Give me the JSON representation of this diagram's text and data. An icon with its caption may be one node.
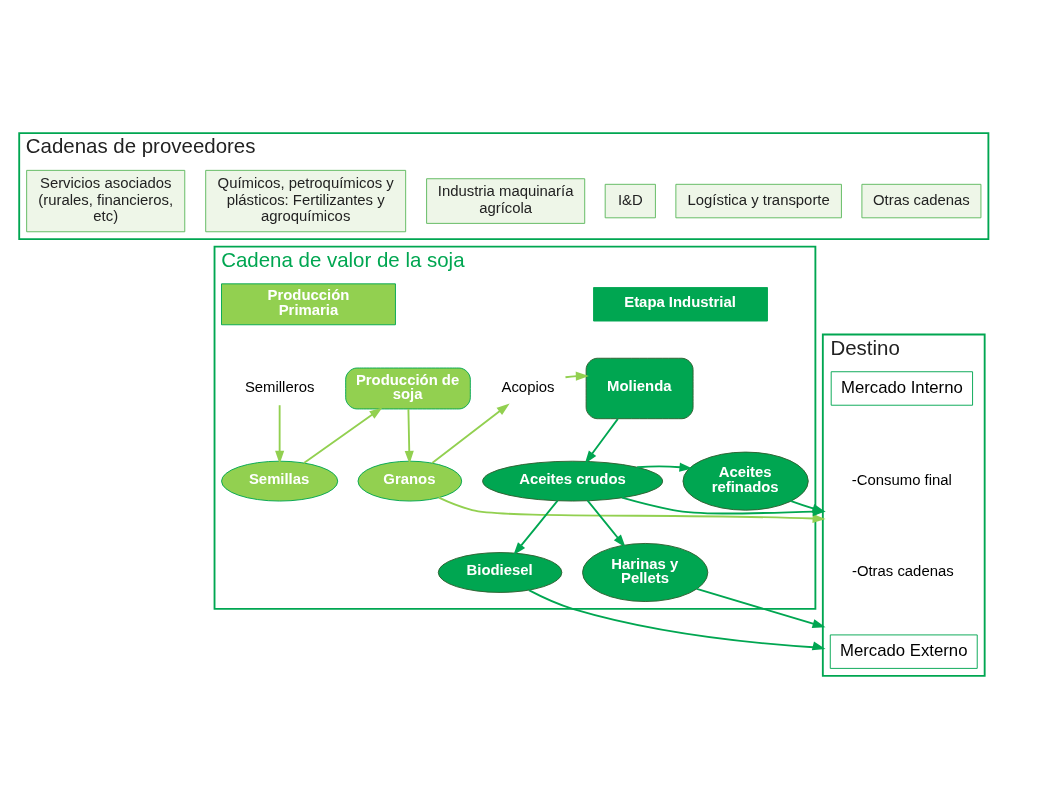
{
  "diagram": {
    "nodes": [
      {
        "text": [
          "Cadenas de proveedores"
        ]
      },
      {
        "text": [
          "Servicios asociados (rurales, financieros, etc)"
        ],
        "in": 0
      },
      {
        "text": [
          "Químicos, petroquímicos y plásticos: Fertilizantes y agroquímicos"
        ],
        "in": 0
      },
      {
        "text": [
          "Industria maquinaría agrícola"
        ],
        "in": 0
      },
      {
        "text": [
          "I&D"
        ],
        "in": 0
      },
      {
        "text": [
          "Logística y transporte"
        ],
        "in": 0
      },
      {
        "text": [
          "Otras cadenas"
        ],
        "in": 0
      },
      {
        "text": [
          "Cadena de valor de la soja"
        ]
      },
      {
        "text": [
          "Producción Primaria"
        ],
        "in": 7
      },
      {
        "text": [
          "Etapa Industrial"
        ],
        "in": 7
      },
      {
        "text": [
          "Semilleros"
        ],
        "in": 7
      },
      {
        "text": [
          "Producción de soja"
        ],
        "in": 7
      },
      {
        "text": [
          "Acopios"
        ],
        "in": 7
      },
      {
        "text": [
          "Molienda"
        ],
        "in": 7
      },
      {
        "text": [
          "Semillas"
        ],
        "in": 7
      },
      {
        "text": [
          "Granos"
        ],
        "in": 7
      },
      {
        "text": [
          "Aceites refinados"
        ],
        "in": 7
      },
      {
        "text": [
          "Aceites crudos"
        ],
        "in": 7
      },
      {
        "text": [
          "Biodiesel"
        ],
        "in": 7
      },
      {
        "text": [
          "Harinas y Pellets"
        ],
        "in": 7
      },
      {
        "text": [
          "Destino"
        ]
      },
      {
        "text": [
          "Mercado Interno"
        ],
        "in": 20
      },
      {
        "text": [
          "Mercado Externo"
        ],
        "in": 20
      }
    ],
    "edges": [
      {
        "from": 10,
        "to": 14,
        "arrow": "to",
        "color": "#92d050"
      },
      {
        "from": 14,
        "to": 11,
        "arrow": "to",
        "color": "#92d050"
      },
      {
        "from": 11,
        "to": 15,
        "arrow": "to",
        "color": "#92d050"
      },
      {
        "from": 15,
        "to": 12,
        "arrow": "to",
        "color": "#92d050"
      },
      {
        "from": 12,
        "to": 13,
        "arrow": "to",
        "color": "#92d050"
      },
      {
        "from": 13,
        "to": 17,
        "arrow": "to"
      },
      {
        "from": 17,
        "to": 16,
        "arrow": "to"
      },
      {
        "from": 17,
        "to": 18,
        "arrow": "to"
      },
      {
        "from": 17,
        "to": 19,
        "arrow": "to"
      },
      {
        "from": 16,
        "to": 20,
        "arrow": "to"
      },
      {
        "from": 17,
        "to": 20,
        "arrow": "to"
      },
      {
        "from": 18,
        "to": 20,
        "arrow": "to"
      },
      {
        "from": 19,
        "to": 20,
        "arrow": "to"
      },
      {
        "from": 15,
        "to": 20,
        "arrow": "to",
        "color": "#92d050"
      }
    ],
    "labels": [
      "-Consumo final",
      "-Otras cadenas"
    ]
  }
}
